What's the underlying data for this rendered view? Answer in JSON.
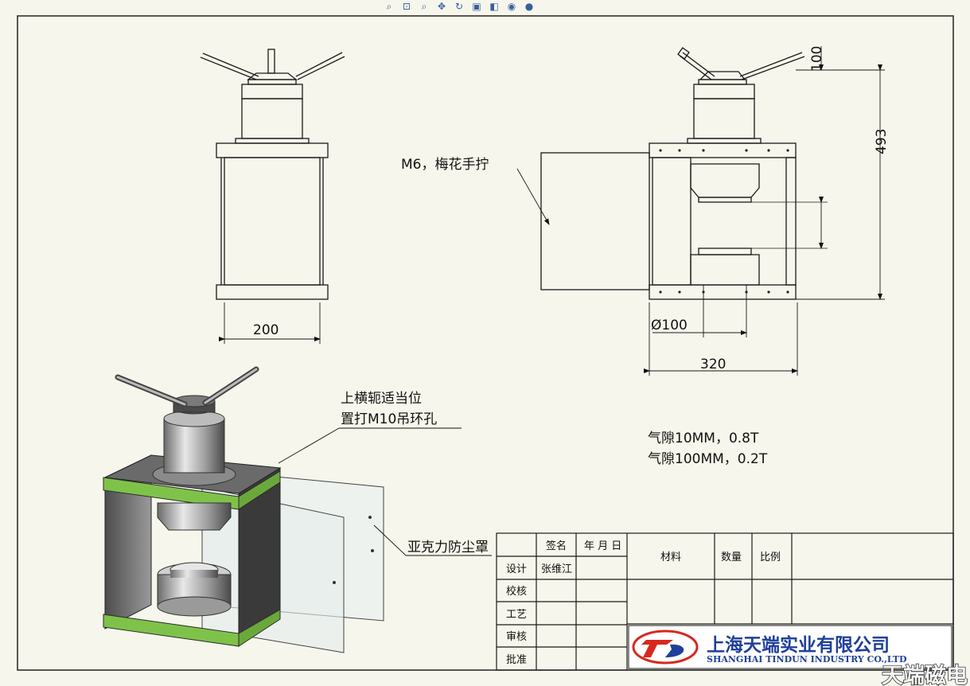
{
  "toolbar": {
    "icons": [
      "zoom-fit-icon",
      "zoom-area-icon",
      "zoom-icon",
      "pan-icon",
      "rotate-icon",
      "view-orient-icon",
      "display-style-icon",
      "hide-show-icon",
      "appearance-icon"
    ]
  },
  "dimensions": {
    "front_width": "200",
    "side_width": "320",
    "height": "493",
    "top_offset": "100",
    "diameter": "Ø100"
  },
  "annotations": {
    "knob": "M6，梅花手拧",
    "hole_line1": "上横轭适当位",
    "hole_line2": "置打M10吊环孔",
    "cover": "亚克力防尘罩",
    "gap1": "气隙10MM，0.8T",
    "gap2": "气隙100MM，0.2T"
  },
  "title_block": {
    "header_sign": "签名",
    "header_date": "年 月 日",
    "row_labels": [
      "设计",
      "校核",
      "工艺",
      "审核",
      "批准"
    ],
    "designer": "张维江",
    "material": "材料",
    "quantity": "数量",
    "scale": "比例"
  },
  "company": {
    "name_cn": "上海天端实业有限公司",
    "name_en": "SHANGHAI TINDUN INDUSTRY CO.,LTD",
    "watermark": "天端磁电",
    "logo_letter": "TD"
  },
  "colors": {
    "paper": "#f6f6ec",
    "line": "#1a1a1a",
    "frame_green": "#7fc24a",
    "company_blue": "#1f3f9a",
    "logo_red": "#d8281e"
  }
}
